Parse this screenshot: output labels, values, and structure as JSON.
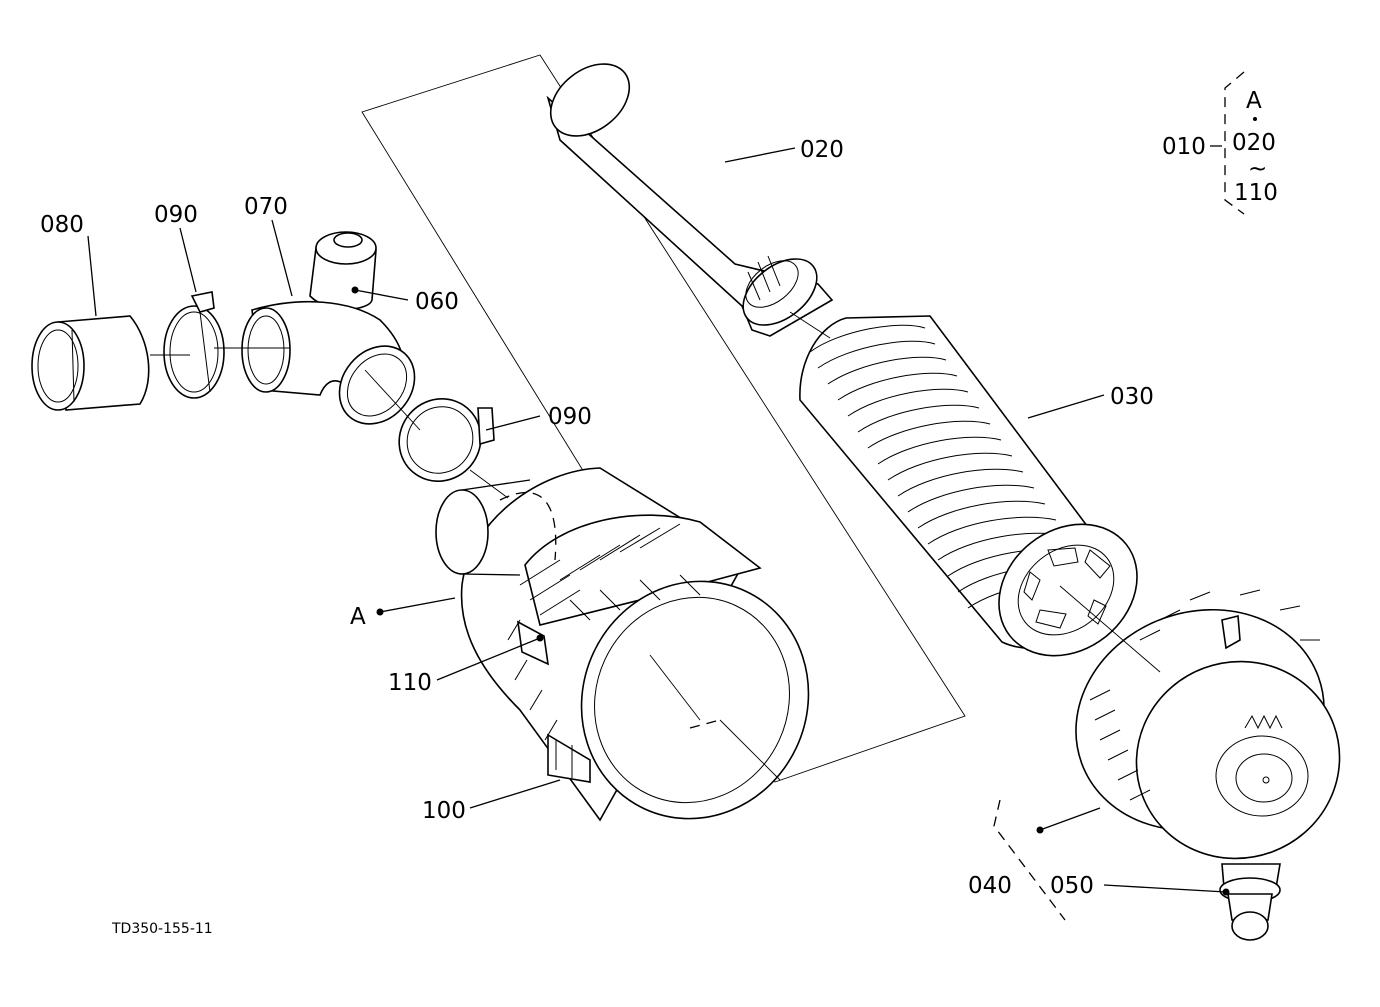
{
  "diagram": {
    "drawing_code": "TD350-155-11",
    "callouts": {
      "p010": "010",
      "p020": "020",
      "p030": "030",
      "p040": "040",
      "p050": "050",
      "p060": "060",
      "p070": "070",
      "p080": "080",
      "p090a": "090",
      "p090b": "090",
      "p100": "100",
      "p110": "110",
      "refA": "A"
    },
    "legend": {
      "top": "A",
      "mid": "020",
      "tilde": "~",
      "bottom": "110"
    }
  }
}
